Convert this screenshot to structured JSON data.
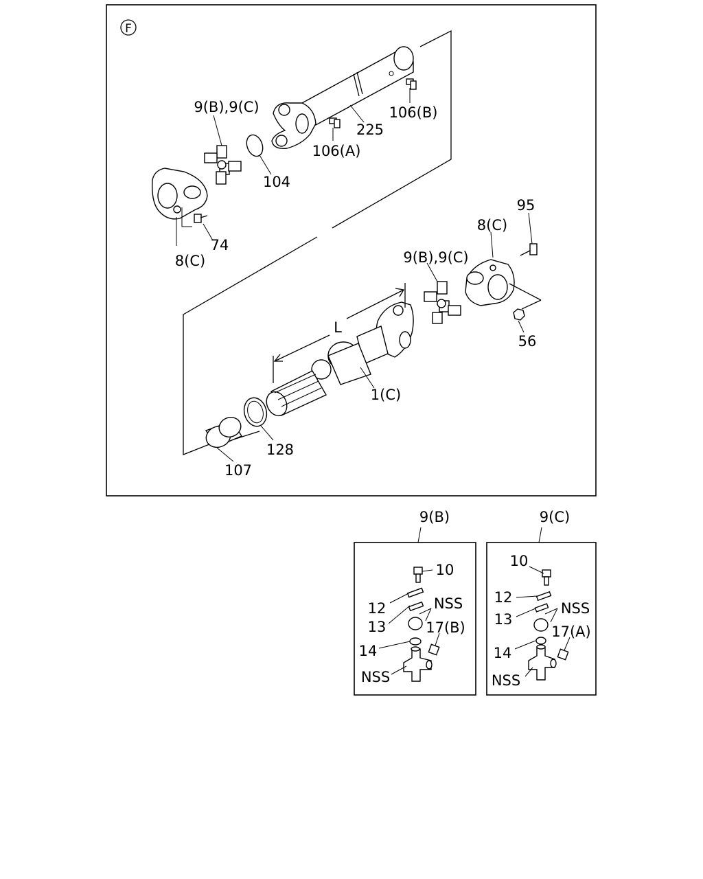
{
  "main_view": {
    "section_marker": "F",
    "callouts": {
      "yoke_joint_upper": "9(B),9(C)",
      "shaft_225": "225",
      "grease_nipple_b": "106(B)",
      "grease_nipple_a": "106(A)",
      "seal_104": "104",
      "bolt_74": "74",
      "flange_left": "8(C)",
      "bolt_95": "95",
      "flange_right": "8(C)",
      "yoke_joint_lower": "9(B),9(C)",
      "nut_56": "56",
      "dimension_l": "L",
      "slip_shaft": "1(C)",
      "ring_128": "128",
      "sleeve_107": "107"
    }
  },
  "detail_b": {
    "title": "9(B)",
    "labels": {
      "bolt": "10",
      "plate": "12",
      "lock": "13",
      "nss_upper": "NSS",
      "washer": "14",
      "nipple": "17(B)",
      "nss_lower": "NSS"
    }
  },
  "detail_c": {
    "title": "9(C)",
    "labels": {
      "bolt": "10",
      "plate": "12",
      "lock": "13",
      "nss_upper": "NSS",
      "washer": "14",
      "nipple": "17(A)",
      "nss_lower": "NSS"
    }
  }
}
